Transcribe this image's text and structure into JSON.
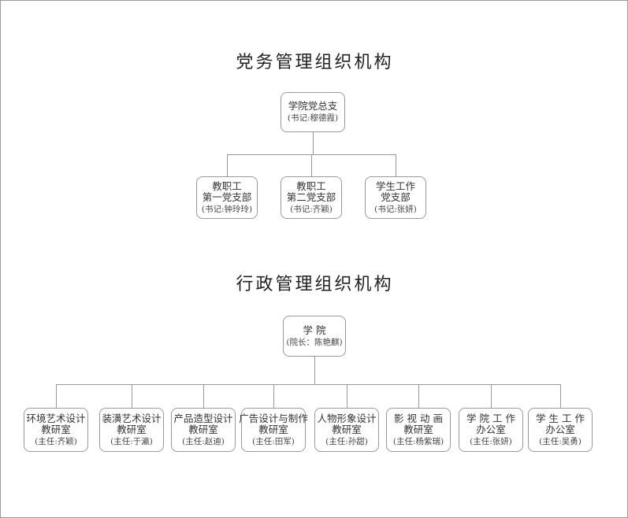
{
  "party": {
    "title": "党务管理组织机构",
    "root": {
      "lines": [
        "学院党总支"
      ],
      "sub": "(书记:穆德霞)"
    },
    "children": [
      {
        "lines": [
          "教职工",
          "第一党支部"
        ],
        "sub": "(书记:钟玲玲)"
      },
      {
        "lines": [
          "教职工",
          "第二党支部"
        ],
        "sub": "(书记:齐颖)"
      },
      {
        "lines": [
          "学生工作",
          "党支部"
        ],
        "sub": "(书记:张妍)"
      }
    ]
  },
  "admin": {
    "title": "行政管理组织机构",
    "root": {
      "lines": [
        "学 院"
      ],
      "sub": "(院长：陈艳麒)"
    },
    "children": [
      {
        "lines": [
          "环境艺术设计",
          "教研室"
        ],
        "sub": "(主任:齐颖)"
      },
      {
        "lines": [
          "装潢艺术设计",
          "教研室"
        ],
        "sub": "(主任:于瀛)"
      },
      {
        "lines": [
          "产品造型设计",
          "教研室"
        ],
        "sub": "(主任:赵迪)"
      },
      {
        "lines": [
          "广告设计与制作",
          "教研室"
        ],
        "sub": "(主任:田军)"
      },
      {
        "lines": [
          "人物形象设计",
          "教研室"
        ],
        "sub": "(主任:孙甜)"
      },
      {
        "lines": [
          "影 视 动 画",
          "教研室"
        ],
        "sub": "(主任:杨紫瑞)"
      },
      {
        "lines": [
          "学 院 工 作",
          "办公室"
        ],
        "sub": "(主任:张妍)"
      },
      {
        "lines": [
          "学 生 工 作",
          "办公室"
        ],
        "sub": "(主任:吴勇)"
      }
    ]
  }
}
